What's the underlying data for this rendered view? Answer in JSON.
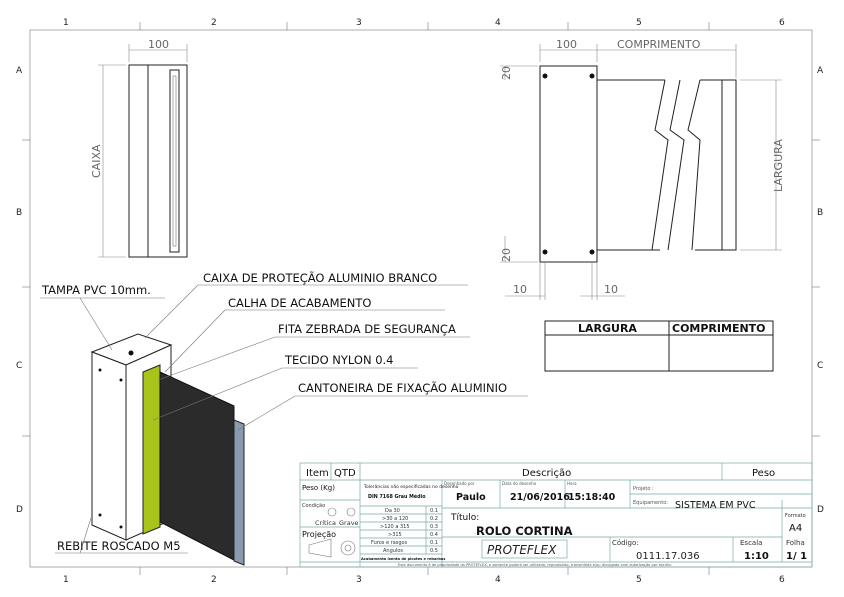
{
  "grid": {
    "columns": [
      "1",
      "2",
      "3",
      "4",
      "5",
      "6"
    ],
    "rows": [
      "A",
      "B",
      "C",
      "D"
    ]
  },
  "dimensions": {
    "side_width": "100",
    "side_height": "CAIXA",
    "front_width": "100",
    "front_length": "COMPRIMENTO",
    "front_height": "LARGURA",
    "top_offset": "20",
    "bottom_offset": "20",
    "left_offset": "10",
    "right_offset": "10"
  },
  "size_table": {
    "headers": [
      "LARGURA",
      "COMPRIMENTO"
    ]
  },
  "callouts": [
    "TAMPA PVC 10mm.",
    "CAIXA DE PROTEÇÃO ALUMINIO BRANCO",
    "CALHA DE ACABAMENTO",
    "FITA ZEBRADA DE SEGURANÇA",
    "TECIDO NYLON 0.4",
    "CANTONEIRA DE FIXAÇÃO ALUMINIO",
    "REBITE ROSCADO M5"
  ],
  "colors": {
    "calha": "#a8c41a",
    "tecido": "#2b2b2b",
    "cantoneira": "#8a9bb0"
  },
  "title_block": {
    "item": "Item",
    "qtd": "QTD",
    "descricao": "Descrição",
    "peso": "Peso",
    "peso_kg": "Peso (Kg)",
    "tolerance_title": "Tolerâncias não especificadas no desenho",
    "tolerance_std": "DIN 7168  Grau Médio",
    "tolerances": [
      {
        "range": "Da 30",
        "value": "0.1"
      },
      {
        "range": ">30 a 120",
        "value": "0.2"
      },
      {
        "range": ">120 a 315",
        "value": "0.3"
      },
      {
        "range": ">315",
        "value": "0.4"
      },
      {
        "range": "Furos e rasgos",
        "value": "0.1"
      },
      {
        "range": "Angulos",
        "value": "0.5"
      }
    ],
    "finish_note": "Acabamento isento de picotes e rebarbas",
    "condicao": "Condição",
    "critica": "Crítica",
    "grave": "Grave",
    "projecao": "Projeção",
    "desenhado_por_label": "Desenhado por",
    "desenhado_por": "Paulo",
    "data_label": "Data do desenho",
    "data": "21/06/2016",
    "hora_label": "Hora",
    "hora": "15:18:40",
    "projeto_label": "Projeto :",
    "equipamento_label": "Equipamento:",
    "equipamento": "SISTEMA EM PVC",
    "titulo_label": "Título:",
    "titulo": "ROLO CORTINA",
    "logo": "PROTEFLEX",
    "codigo_label": "Código:",
    "codigo": "0111.17.036",
    "escala_label": "Escala",
    "escala": "1:10",
    "formato_label": "Formato",
    "formato": "A4",
    "folha_label": "Folha",
    "folha": "1/ 1",
    "footer": "Este documento é de propriedade da PROTEFLEX, e somente poderá ser utilizado, reproduzido, transmitido e/ou divulgado com autorização por escrito."
  }
}
